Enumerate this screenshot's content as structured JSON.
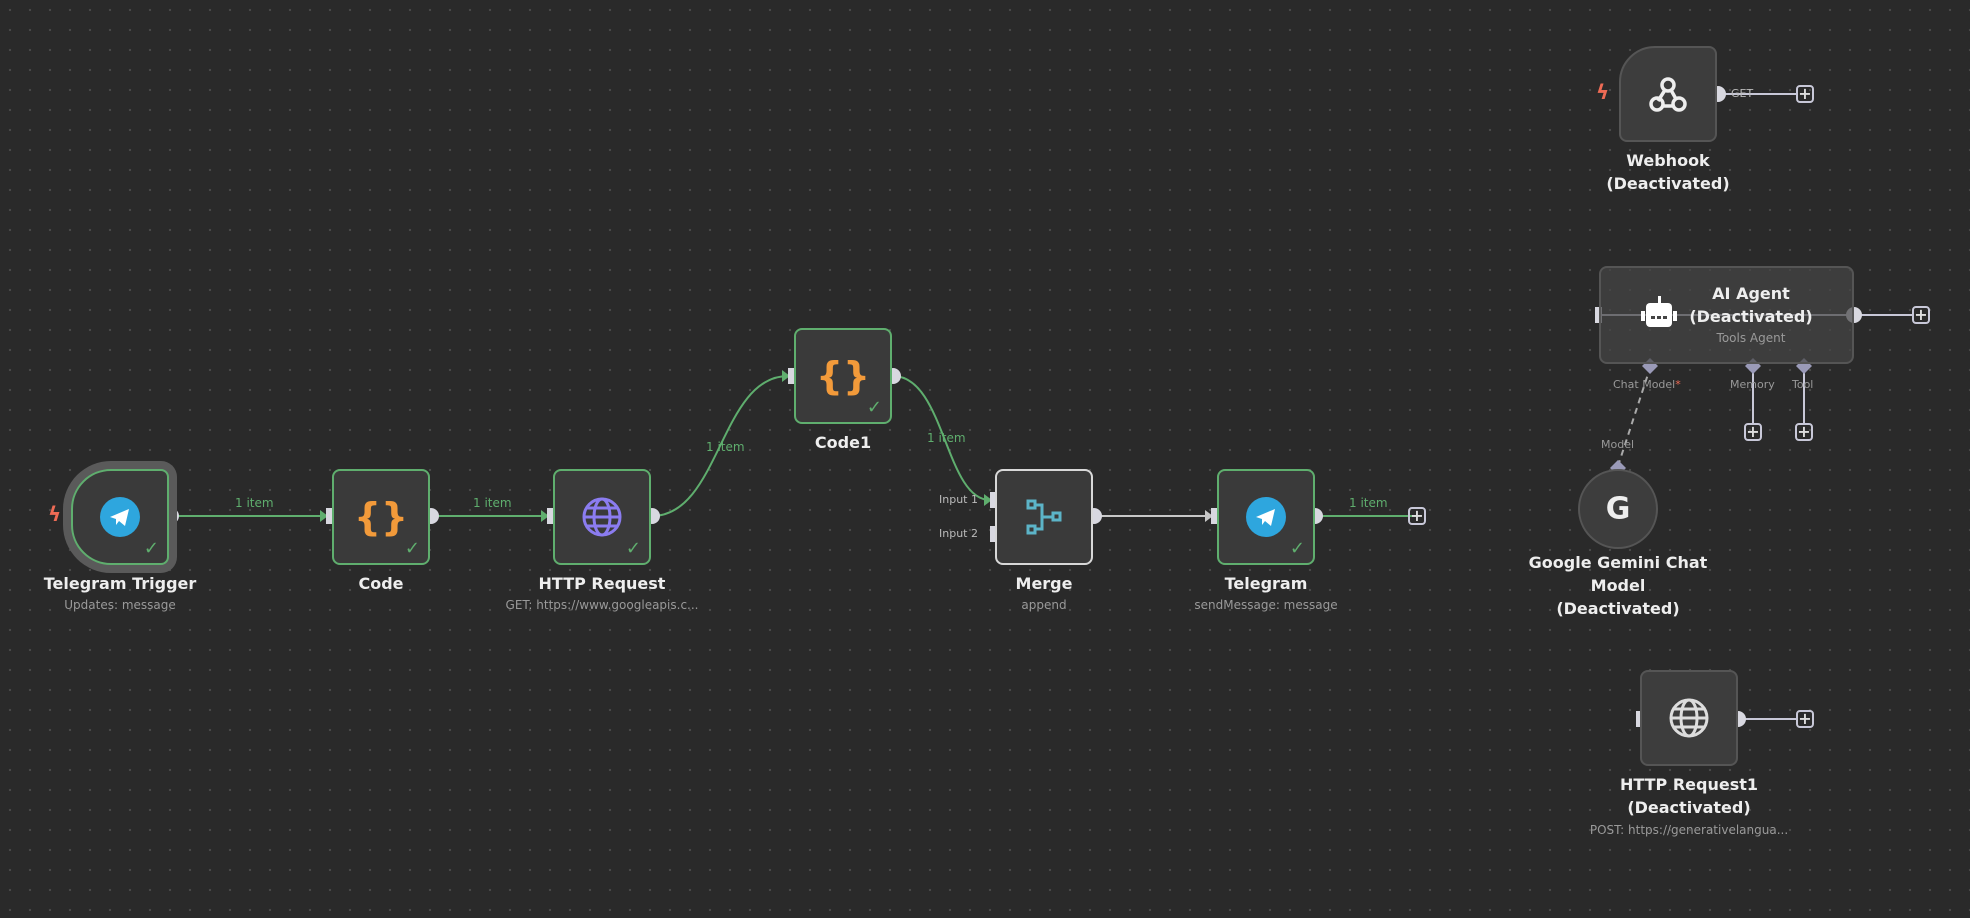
{
  "nodes": {
    "telegram_trigger": {
      "title": "Telegram Trigger",
      "subtitle": "Updates: message"
    },
    "code": {
      "title": "Code"
    },
    "http_request": {
      "title": "HTTP Request",
      "subtitle": "GET: https://www.googleapis.c..."
    },
    "code1": {
      "title": "Code1"
    },
    "merge": {
      "title": "Merge",
      "subtitle": "append",
      "input1": "Input 1",
      "input2": "Input 2"
    },
    "telegram": {
      "title": "Telegram",
      "subtitle": "sendMessage: message"
    },
    "webhook": {
      "title": "Webhook",
      "status": "(Deactivated)",
      "method": "GET"
    },
    "ai_agent": {
      "title": "AI Agent",
      "status": "(Deactivated)",
      "subtitle": "Tools Agent",
      "chat_model": "Chat Model",
      "required": "*",
      "memory": "Memory",
      "tool": "Tool"
    },
    "gemini": {
      "title": "Google Gemini Chat",
      "title2": "Model",
      "status": "(Deactivated)",
      "port": "Model"
    },
    "http_request1": {
      "title": "HTTP Request1",
      "status": "(Deactivated)",
      "subtitle": "POST: https://generativelangua..."
    }
  },
  "edges": {
    "e1": "1 item",
    "e2": "1 item",
    "e3": "1 item",
    "e4": "1 item",
    "e5": "1 item"
  },
  "colors": {
    "success": "#5fae6e",
    "trigger": "#ee6b55",
    "code": "#f29a3a",
    "http": "#8b7cf0",
    "telegram": "#2ea6de",
    "merge": "#5cb4c8"
  }
}
